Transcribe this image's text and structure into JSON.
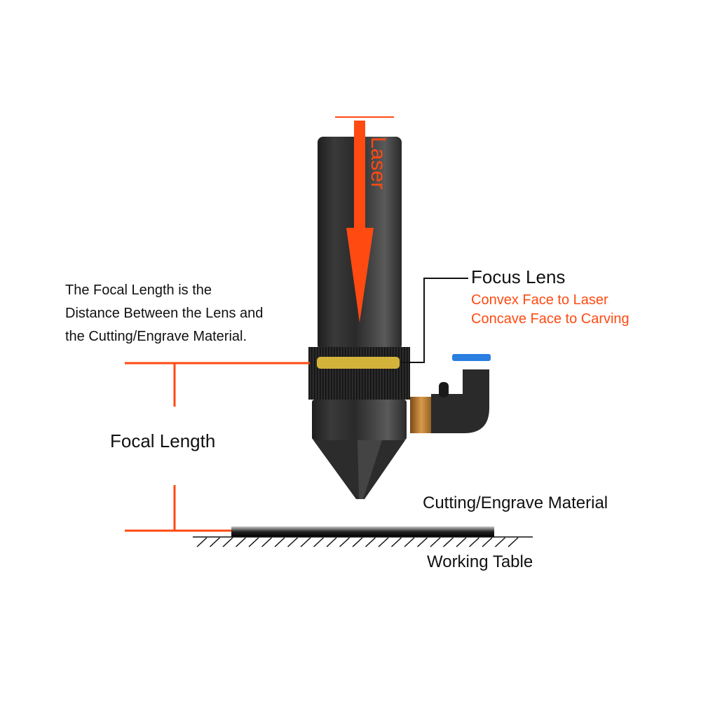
{
  "colors": {
    "accent": "#ff4a12",
    "brass": "#c98a3c",
    "lens": "#d4b33a",
    "cap": "#2a7fe0"
  },
  "laser_label": "Laser",
  "description": [
    "The Focal Length is the",
    "Distance Between the Lens and",
    "the Cutting/Engrave Material."
  ],
  "focus_lens": {
    "title": "Focus Lens",
    "notes": [
      "Convex Face to Laser",
      "Concave Face to Carving"
    ]
  },
  "focal_length_label": "Focal Length",
  "material_label": "Cutting/Engrave Material",
  "table_label": "Working Table"
}
